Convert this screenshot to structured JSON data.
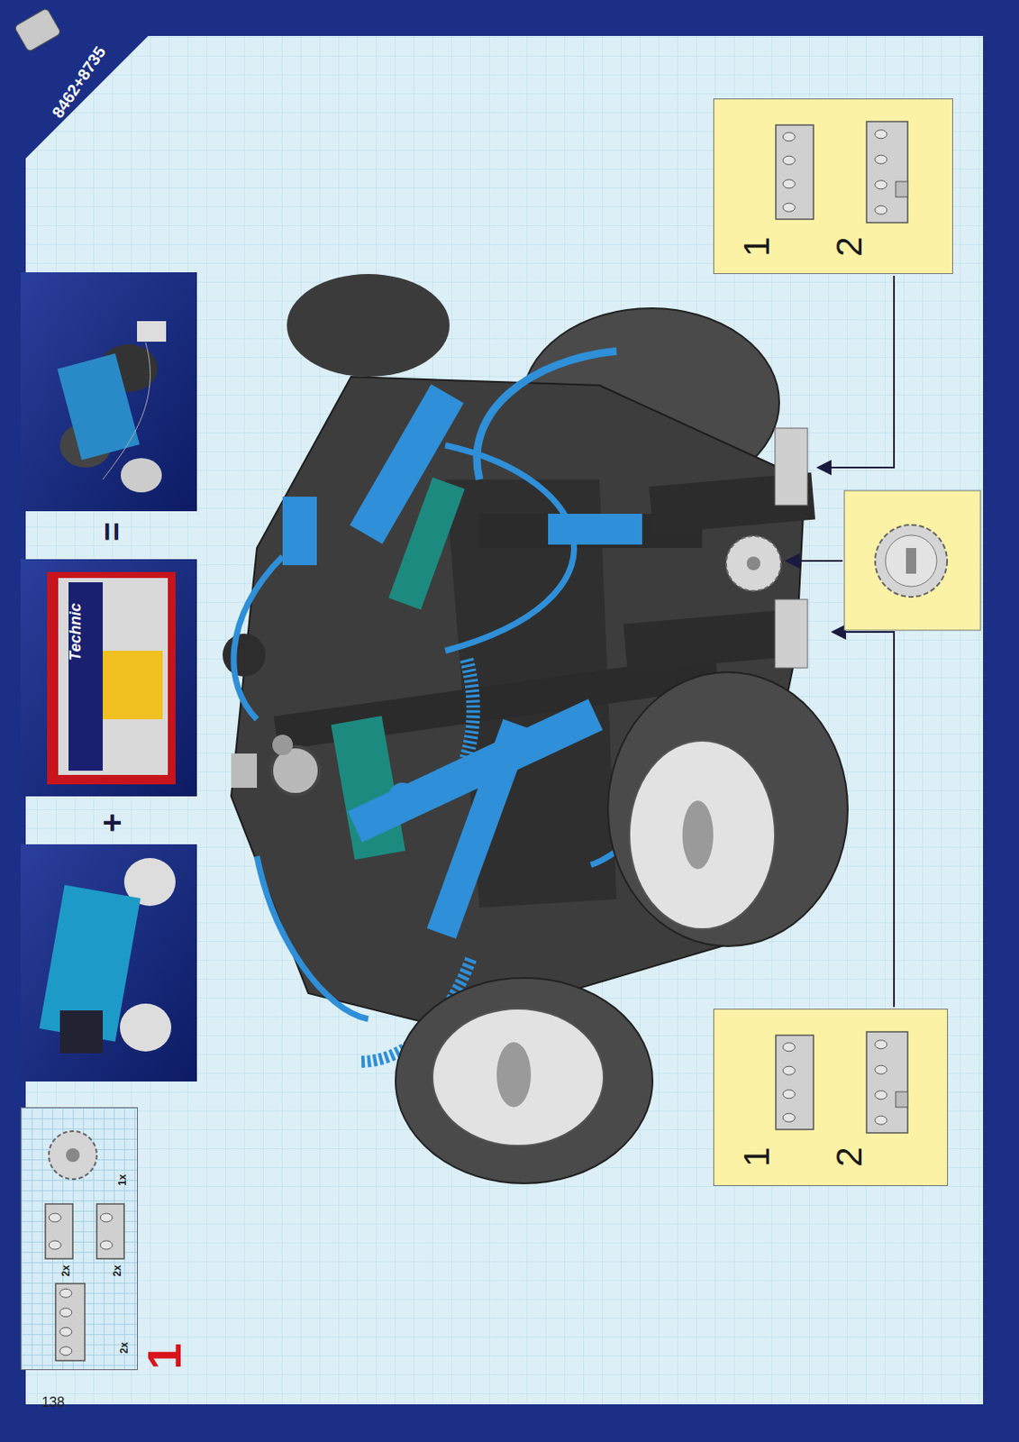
{
  "diagram": {
    "nodes": [
      {
        "text": [
          "1",
          "2"
        ]
      },
      {
        "text": [
          "1",
          "2"
        ]
      },
      {
        "text": [
          "2x",
          "2x",
          "2x",
          "1x"
        ]
      }
    ],
    "labels": [
      "8462+8735",
      "Technic",
      "=",
      "+",
      "1",
      "138"
    ]
  }
}
